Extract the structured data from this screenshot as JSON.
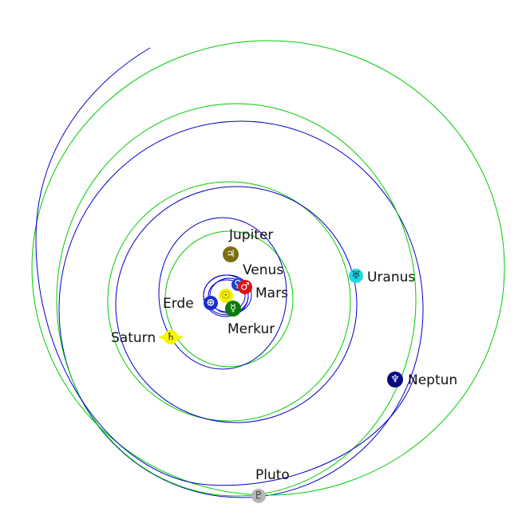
{
  "colors": {
    "orbit_a": "#0000c8",
    "orbit_b": "#00cc00",
    "label": "#111111"
  },
  "sun": {
    "symbol": "☉",
    "color": "#f2f200"
  },
  "planets": [
    {
      "id": "merkur",
      "label": "Merkur",
      "symbol": "☿",
      "color": "#0a7a0a"
    },
    {
      "id": "venus",
      "label": "Venus",
      "symbol": "♀",
      "color": "#1f3fd6"
    },
    {
      "id": "erde",
      "label": "Erde",
      "symbol": "⊕",
      "color": "#1a2fd1"
    },
    {
      "id": "mars",
      "label": "Mars",
      "symbol": "♂",
      "color": "#e01010"
    },
    {
      "id": "jupiter",
      "label": "Jupiter",
      "symbol": "♃",
      "color": "#7a6e12"
    },
    {
      "id": "saturn",
      "label": "Saturn",
      "symbol": "♄",
      "color": "#f5f500"
    },
    {
      "id": "uranus",
      "label": "Uranus",
      "symbol": "♅",
      "color": "#22d8e8"
    },
    {
      "id": "neptun",
      "label": "Neptun",
      "symbol": "♆",
      "color": "#0a0a80"
    },
    {
      "id": "pluto",
      "label": "Pluto",
      "symbol": "♇",
      "color": "#b5b5b5"
    }
  ]
}
